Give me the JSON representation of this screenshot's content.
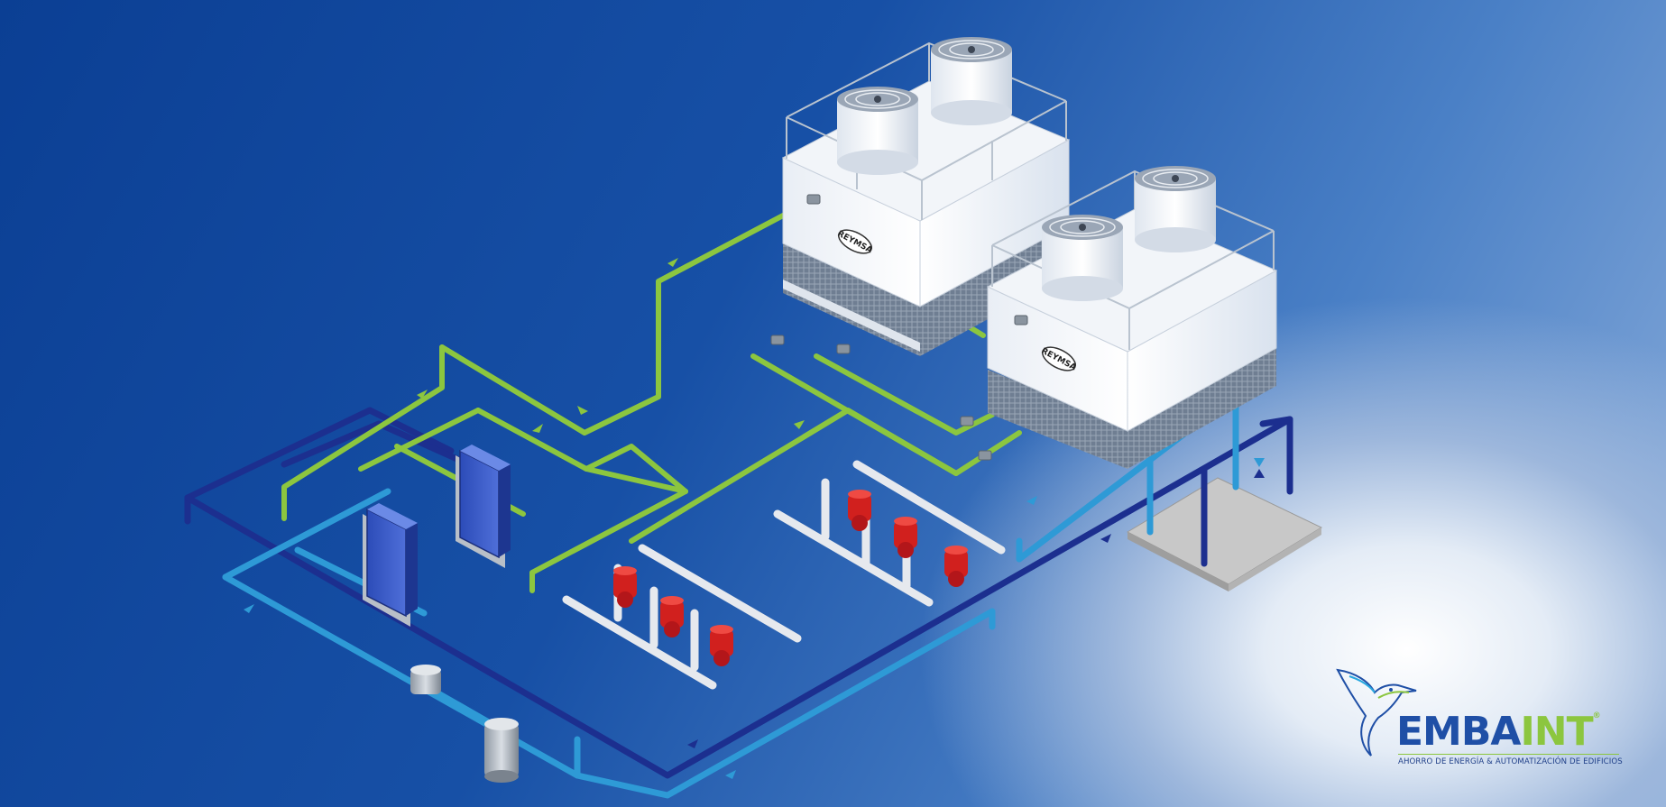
{
  "brand": {
    "name_part1": "EMBA",
    "name_part2": "INT",
    "registered": "®",
    "tagline": "AHORRO DE ENERGÍA & AUTOMATIZACIÓN DE EDIFICIOS"
  },
  "equipment": {
    "cooling_tower_plate_1": "REYMSA",
    "cooling_tower_plate_2": "REYMSA"
  },
  "colors": {
    "condenser_supply_green": "#8cc63f",
    "chilled_water_dark_blue": "#1c2f8f",
    "return_light_blue": "#2e9ad6",
    "pump_red": "#d1201e",
    "brand_blue": "#1f4fa6"
  },
  "icons": [
    "cooling-tower-icon",
    "fan-icon",
    "pump-icon",
    "heat-exchanger-icon",
    "flow-arrow-icon",
    "hummingbird-logo-icon"
  ]
}
